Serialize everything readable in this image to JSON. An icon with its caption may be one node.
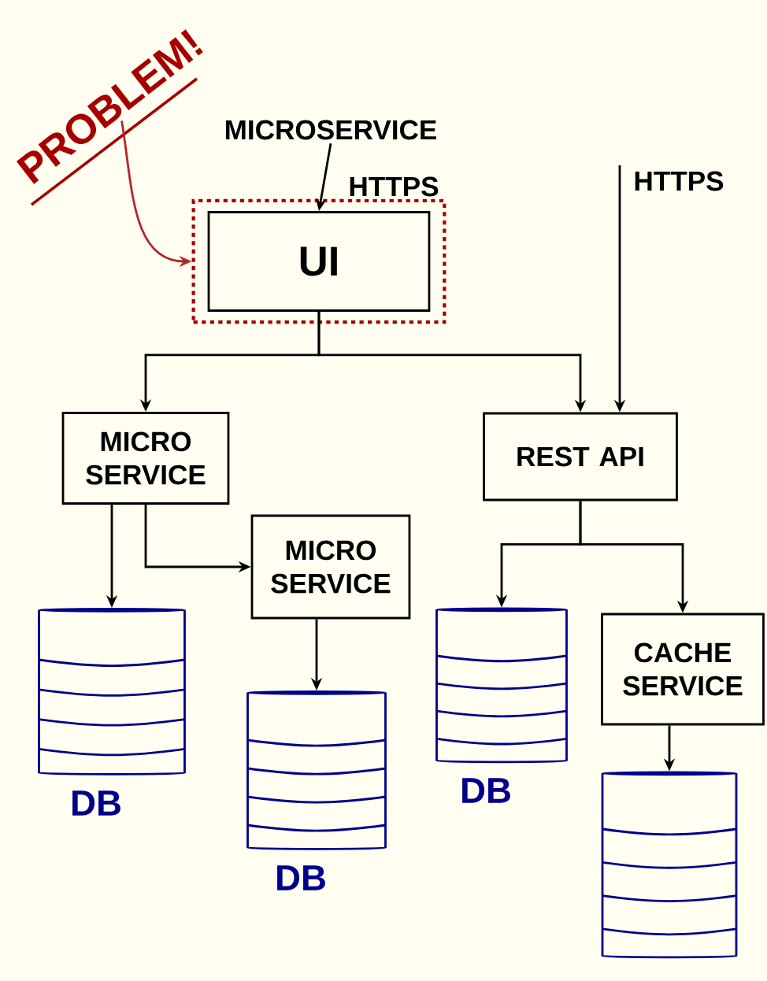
{
  "diagram": {
    "nodes": [
      {
        "text": [
          "PROBLEM!"
        ]
      },
      {
        "text": [
          "MICROSERVICE"
        ]
      },
      {
        "text": [],
        "shape": "box"
      },
      {
        "text": [
          "UI"
        ],
        "in": 2
      },
      {
        "text": [
          "MICRO SERVICE"
        ]
      },
      {
        "text": [
          "REST API"
        ]
      },
      {
        "text": [
          "MICRO SERVICE"
        ]
      },
      {
        "text": [
          "DB"
        ]
      },
      {
        "text": [
          "DB"
        ]
      },
      {
        "text": [
          "DB"
        ]
      },
      {
        "text": [
          "CACHE SERVICE"
        ]
      },
      {
        "text": [],
        "shape": "cylinder"
      }
    ],
    "edges": [
      {
        "from": 0,
        "to": 2,
        "arrow": "to",
        "color": "#b3282d"
      },
      {
        "from": 1,
        "to": 3,
        "arrow": "to",
        "label": "HTTPS"
      },
      {
        "from": null,
        "to": 5,
        "arrow": "to",
        "label": "HTTPS"
      },
      {
        "from": 3,
        "to": 4,
        "arrow": "to"
      },
      {
        "from": 3,
        "to": 5,
        "arrow": "to"
      },
      {
        "from": 4,
        "to": 6,
        "arrow": "to"
      },
      {
        "from": 4,
        "to": 7,
        "arrow": "to"
      },
      {
        "from": 6,
        "to": 8,
        "arrow": "to"
      },
      {
        "from": 5,
        "to": 9,
        "arrow": "to"
      },
      {
        "from": 5,
        "to": 10,
        "arrow": "to"
      },
      {
        "from": 10,
        "to": 11,
        "arrow": "to"
      }
    ]
  }
}
